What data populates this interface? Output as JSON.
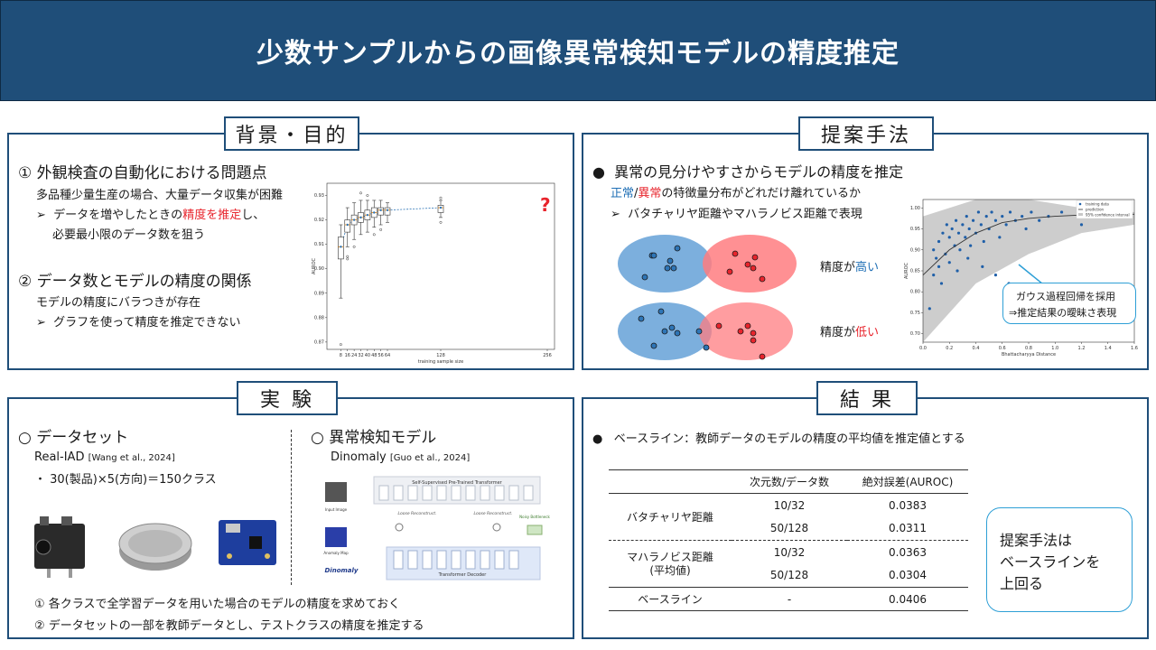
{
  "title": "少数サンプルからの画像異常検知モデルの精度推定",
  "background": {
    "heading": "背景・目的",
    "item1_title": "① 外観検査の自動化における問題点",
    "item1_line1": "多品種少量生産の場合、大量データ収集が困難",
    "item1_bullet_a": "データを増やしたときの",
    "item1_bullet_red": "精度を推定",
    "item1_bullet_b": "し、",
    "item1_line3": "必要最小限のデータ数を狙う",
    "item2_title": "② データ数とモデルの精度の関係",
    "item2_line1": "モデルの精度にバラつきが存在",
    "item2_bullet": "グラフを使って精度を推定できない",
    "question_mark": "?",
    "chart_xlabel": "training sample size",
    "chart_ylabel": "AUROC"
  },
  "method": {
    "heading": "提案手法",
    "headline": "異常の見分けやすさからモデルの精度を推定",
    "line1_normal": "正常",
    "line1_sep": "/",
    "line1_abnormal": "異常",
    "line1_rest": "の特徴量分布がどれだけ離れているか",
    "bullet": "バタチャリヤ距離やマハラノビス距離で表現",
    "acc_high_a": "精度が",
    "acc_high_b": "高い",
    "acc_low_a": "精度が",
    "acc_low_b": "低い",
    "callout_line1": "ガウス過程回帰を採用",
    "callout_line2": "⇒推定結果の曖昧さ表現",
    "chart_xlabel": "Bhattacharyya Distance",
    "chart_ylabel": "AUROC",
    "legend": [
      "training data",
      "prediction",
      "95% confidence interval"
    ]
  },
  "experiment": {
    "heading": "実 験",
    "dataset_title": "○ データセット",
    "dataset_name": "Real-IAD",
    "dataset_ref": "[Wang et al., 2024]",
    "dataset_detail": "・ 30(製品)×5(方向)＝150クラス",
    "model_title": "○ 異常検知モデル",
    "model_name": "Dinomaly",
    "model_ref": "[Guo et al., 2024]",
    "step1": "① 各クラスで全学習データを用いた場合のモデルの精度を求めておく",
    "step2": "② データセットの一部を教師データとし、テストクラスの精度を推定する",
    "diagram_top": "Self-Supervised Pre-Trained Transformer",
    "diagram_bottom": "Transformer Decoder",
    "diagram_mid1": "Loose Reconstruct.",
    "diagram_mid2": "Loose Reconstruct.",
    "diagram_noisy": "Noisy Bottleneck",
    "diagram_brand": "Dinomaly",
    "diagram_input": "Input Image",
    "diagram_anomaly": "Anomaly Map"
  },
  "results": {
    "heading": "結 果",
    "baseline_note": "ベースライン：教師データのモデルの精度の平均値を推定値とする",
    "col1": "次元数/データ数",
    "col2": "絶対誤差(AUROC)",
    "rows": [
      {
        "method": "バタチャリヤ距離",
        "dims": "10/32",
        "err": "0.0383"
      },
      {
        "method": "",
        "dims": "50/128",
        "err": "0.0311"
      },
      {
        "method": "マハラノビス距離",
        "dims": "10/32",
        "err": "0.0363"
      },
      {
        "method": "(平均値)",
        "dims": "50/128",
        "err": "0.0304"
      },
      {
        "method": "ベースライン",
        "dims": "-",
        "err": "0.0406"
      }
    ],
    "callout": [
      "提案手法は",
      "ベースラインを",
      "上回る"
    ]
  },
  "chart_data": [
    {
      "type": "box",
      "xlabel": "training sample size",
      "ylabel": "AUROC",
      "x_ticks": [
        "8",
        "16",
        "24",
        "32",
        "40",
        "48",
        "56",
        "64",
        "128",
        "256"
      ],
      "y_ticks": [
        "0.87",
        "0.88",
        "0.89",
        "0.90",
        "0.91",
        "0.92",
        "0.93"
      ],
      "ylim": [
        0.867,
        0.935
      ],
      "boxes": [
        {
          "x": 8,
          "q1": 0.904,
          "median": 0.909,
          "q3": 0.913,
          "whisker_low": 0.888,
          "whisker_high": 0.918,
          "outliers": [
            0.869
          ]
        },
        {
          "x": 16,
          "q1": 0.915,
          "median": 0.918,
          "q3": 0.92,
          "whisker_low": 0.909,
          "whisker_high": 0.925,
          "outliers": [
            0.905,
            0.904
          ]
        },
        {
          "x": 24,
          "q1": 0.918,
          "median": 0.92,
          "q3": 0.922,
          "whisker_low": 0.912,
          "whisker_high": 0.927,
          "outliers": [
            0.909
          ]
        },
        {
          "x": 32,
          "q1": 0.919,
          "median": 0.921,
          "q3": 0.923,
          "whisker_low": 0.914,
          "whisker_high": 0.928,
          "outliers": [
            0.931
          ]
        },
        {
          "x": 40,
          "q1": 0.92,
          "median": 0.922,
          "q3": 0.924,
          "whisker_low": 0.915,
          "whisker_high": 0.928,
          "outliers": [
            0.93
          ]
        },
        {
          "x": 48,
          "q1": 0.921,
          "median": 0.923,
          "q3": 0.925,
          "whisker_low": 0.917,
          "whisker_high": 0.928,
          "outliers": [
            0.914
          ]
        },
        {
          "x": 56,
          "q1": 0.922,
          "median": 0.924,
          "q3": 0.925,
          "whisker_low": 0.918,
          "whisker_high": 0.928,
          "outliers": [
            0.916
          ]
        },
        {
          "x": 64,
          "q1": 0.922,
          "median": 0.924,
          "q3": 0.925,
          "whisker_low": 0.919,
          "whisker_high": 0.927,
          "outliers": []
        },
        {
          "x": 128,
          "q1": 0.923,
          "median": 0.925,
          "q3": 0.926,
          "whisker_low": 0.921,
          "whisker_high": 0.928,
          "outliers": [
            0.919,
            0.929
          ]
        }
      ]
    },
    {
      "type": "scatter",
      "xlabel": "Bhattacharyya Distance",
      "ylabel": "AUROC",
      "x_ticks": [
        "0.0",
        "0.2",
        "0.4",
        "0.6",
        "0.8",
        "1.0",
        "1.2",
        "1.4",
        "1.6"
      ],
      "y_ticks": [
        "0.70",
        "0.75",
        "0.80",
        "0.85",
        "0.90",
        "0.95",
        "1.00"
      ],
      "xlim": [
        0.0,
        1.6
      ],
      "ylim": [
        0.68,
        1.02
      ],
      "series": [
        {
          "name": "training data",
          "points": [
            [
              0.05,
              0.76
            ],
            [
              0.08,
              0.9
            ],
            [
              0.1,
              0.88
            ],
            [
              0.12,
              0.92
            ],
            [
              0.15,
              0.94
            ],
            [
              0.17,
              0.89
            ],
            [
              0.18,
              0.96
            ],
            [
              0.2,
              0.93
            ],
            [
              0.2,
              0.87
            ],
            [
              0.22,
              0.95
            ],
            [
              0.24,
              0.91
            ],
            [
              0.25,
              0.97
            ],
            [
              0.27,
              0.94
            ],
            [
              0.28,
              0.9
            ],
            [
              0.3,
              0.96
            ],
            [
              0.32,
              0.93
            ],
            [
              0.33,
              0.98
            ],
            [
              0.35,
              0.95
            ],
            [
              0.36,
              0.91
            ],
            [
              0.38,
              0.97
            ],
            [
              0.4,
              0.94
            ],
            [
              0.42,
              0.99
            ],
            [
              0.44,
              0.96
            ],
            [
              0.46,
              0.92
            ],
            [
              0.48,
              0.98
            ],
            [
              0.5,
              0.95
            ],
            [
              0.52,
              0.99
            ],
            [
              0.55,
              0.97
            ],
            [
              0.58,
              0.93
            ],
            [
              0.6,
              0.98
            ],
            [
              0.63,
              0.96
            ],
            [
              0.66,
              0.99
            ],
            [
              0.7,
              0.97
            ],
            [
              0.75,
              0.98
            ],
            [
              0.78,
              0.95
            ],
            [
              0.82,
              0.99
            ],
            [
              0.88,
              0.97
            ],
            [
              0.95,
              0.98
            ],
            [
              1.05,
              0.99
            ],
            [
              1.2,
              0.96
            ],
            [
              1.25,
              0.98
            ],
            [
              1.57,
              0.99
            ],
            [
              0.14,
              0.82
            ],
            [
              0.26,
              0.85
            ],
            [
              0.34,
              0.88
            ],
            [
              0.45,
              0.86
            ],
            [
              0.55,
              0.84
            ],
            [
              0.65,
              0.82
            ],
            [
              0.08,
              0.84
            ],
            [
              0.12,
              0.86
            ]
          ]
        },
        {
          "name": "prediction",
          "points": [
            [
              0.0,
              0.84
            ],
            [
              0.2,
              0.9
            ],
            [
              0.4,
              0.94
            ],
            [
              0.6,
              0.965
            ],
            [
              0.8,
              0.975
            ],
            [
              1.0,
              0.98
            ],
            [
              1.2,
              0.983
            ],
            [
              1.4,
              0.985
            ],
            [
              1.6,
              0.985
            ]
          ]
        },
        {
          "name": "95% confidence interval",
          "upper": [
            [
              0.0,
              0.98
            ],
            [
              0.4,
              1.02
            ],
            [
              0.8,
              1.02
            ],
            [
              1.2,
              1.0
            ],
            [
              1.6,
              0.99
            ]
          ],
          "lower": [
            [
              0.0,
              0.68
            ],
            [
              0.4,
              0.82
            ],
            [
              0.8,
              0.89
            ],
            [
              1.2,
              0.94
            ],
            [
              1.6,
              0.96
            ]
          ]
        }
      ]
    }
  ]
}
